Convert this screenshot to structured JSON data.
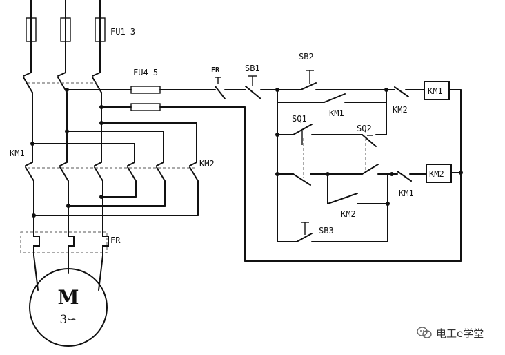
{
  "labels": {
    "fuses_main": "FU1-3",
    "fuses_ctrl": "FU4-5",
    "fr_contact": "FR",
    "sb1": "SB1",
    "sb2": "SB2",
    "sb3": "SB3",
    "km1_main": "KM1",
    "km2_main": "KM2",
    "fr_thermal": "FR",
    "km1_aux_seal": "KM1",
    "km2_interlock_top": "KM2",
    "km1_coil": "KM1",
    "km2_coil": "KM2",
    "sq1": "SQ1",
    "sq2": "SQ2",
    "km2_aux_seal": "KM2",
    "km1_interlock_bottom": "KM1",
    "motor_letter": "M",
    "motor_phase": "3∽"
  },
  "watermark": {
    "text": "电工e学堂"
  }
}
